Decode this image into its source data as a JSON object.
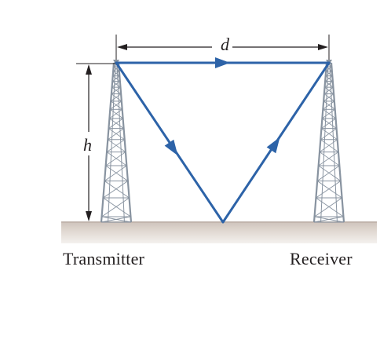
{
  "labels": {
    "distance_symbol": "d",
    "height_symbol": "h",
    "transmitter": "Transmitter",
    "receiver": "Receiver"
  },
  "colors": {
    "ray": "#2d63a8",
    "tower": "#8893a0",
    "ground": "#d6ccc5",
    "dimension": "#231f20"
  }
}
